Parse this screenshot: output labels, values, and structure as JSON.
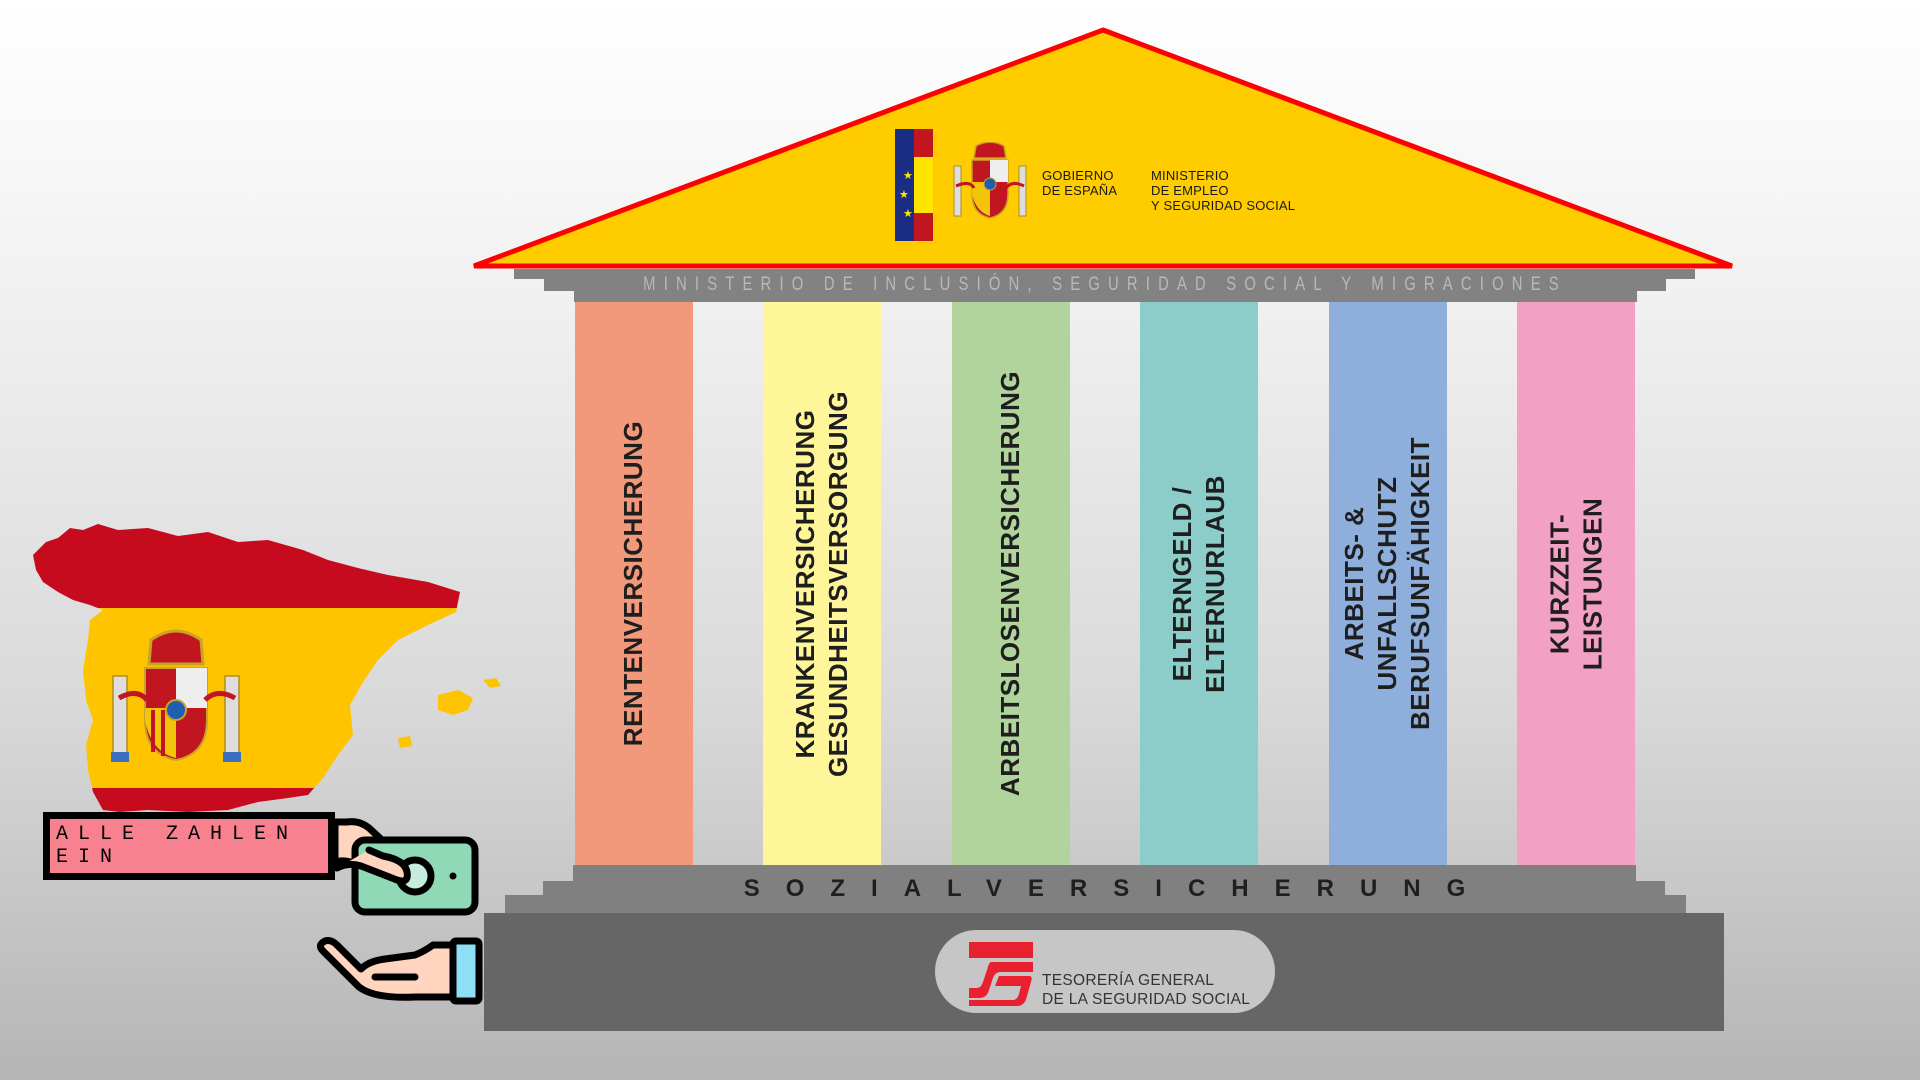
{
  "pediment": {
    "gov_logo_line": "GOBIERNO\nDE ESPAÑA",
    "ministry_logo_line": "MINISTERIO\nDE EMPLEO\nY SEGURIDAD SOCIAL",
    "colors": {
      "fill": "#ffcc00",
      "outline": "#ff0000"
    }
  },
  "entablature": {
    "text": "MINISTERIO DE INCLUSIÓN, SEGURIDAD SOCIAL Y MIGRACIONES",
    "color": "#828282"
  },
  "pillars": [
    {
      "label": "RENTENVERSICHERUNG",
      "color": "#f2997b"
    },
    {
      "label": "KRANKENVERSICHERUNG\nGESUNDHEITSVERSORGUNG",
      "color": "#fff599"
    },
    {
      "label": "ARBEITSLOSENVERSICHERUNG",
      "color": "#b0d49b"
    },
    {
      "label": "ELTERNGELD / ELTERNURLAUB",
      "color": "#8ccdca"
    },
    {
      "label": "ARBEITS- & UNFALLSCHUTZ\nBERUFSUNFÄHIGKEIT",
      "color": "#8eaedc"
    },
    {
      "label": "KURZZEIT-LEISTUNGEN",
      "color": "#f2a0c4"
    }
  ],
  "foundation": {
    "title": "SOZIALVERSICHERUNG",
    "tgss_text": "TESORERÍA GENERAL\nDE LA SEGURIDAD SOCIAL",
    "tgss_color": "#e8202f"
  },
  "left_panel": {
    "label": "ALLE ZAHLEN EIN",
    "label_color": "#f7818e",
    "icons": [
      "spain-map-flag-icon",
      "hand-giving-money-icon",
      "open-hand-receiving-icon"
    ]
  }
}
